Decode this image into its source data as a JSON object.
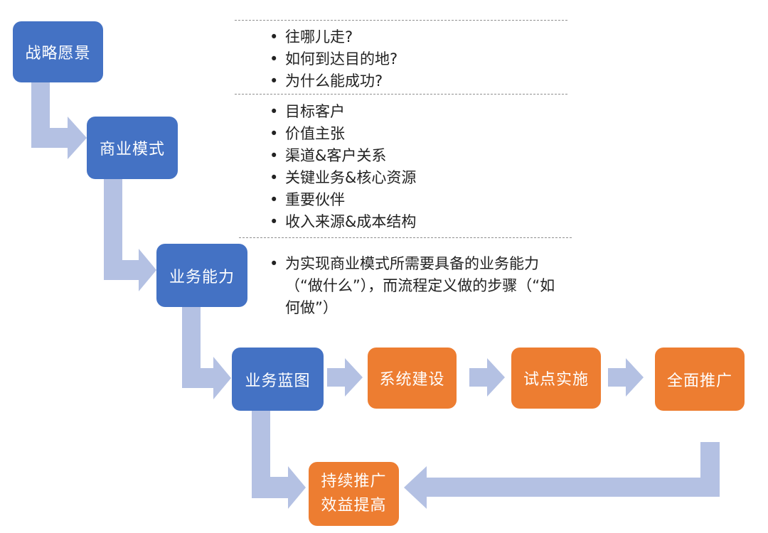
{
  "colors": {
    "blue_box": "#4472c4",
    "orange_box": "#ed7d31",
    "arrow": "#b4c1e3",
    "divider": "#909090"
  },
  "boxes": {
    "vision": "战略愿景",
    "business_model": "商业模式",
    "capability": "业务能力",
    "blueprint": "业务蓝图",
    "system_build": "系统建设",
    "pilot": "试点实施",
    "rollout": "全面推广",
    "continuous_line1": "持续推广",
    "continuous_line2": "效益提高"
  },
  "notes": {
    "vision": [
      "往哪儿走?",
      "如何到达目的地?",
      "为什么能成功?"
    ],
    "business_model": [
      "目标客户",
      "价值主张",
      "渠道&客户关系",
      "关键业务&核心资源",
      "重要伙伴",
      "收入来源&成本结构"
    ],
    "capability": "为实现商业模式所需要具备的业务能力（“做什么”），而流程定义做的步骤（“如何做”）"
  }
}
